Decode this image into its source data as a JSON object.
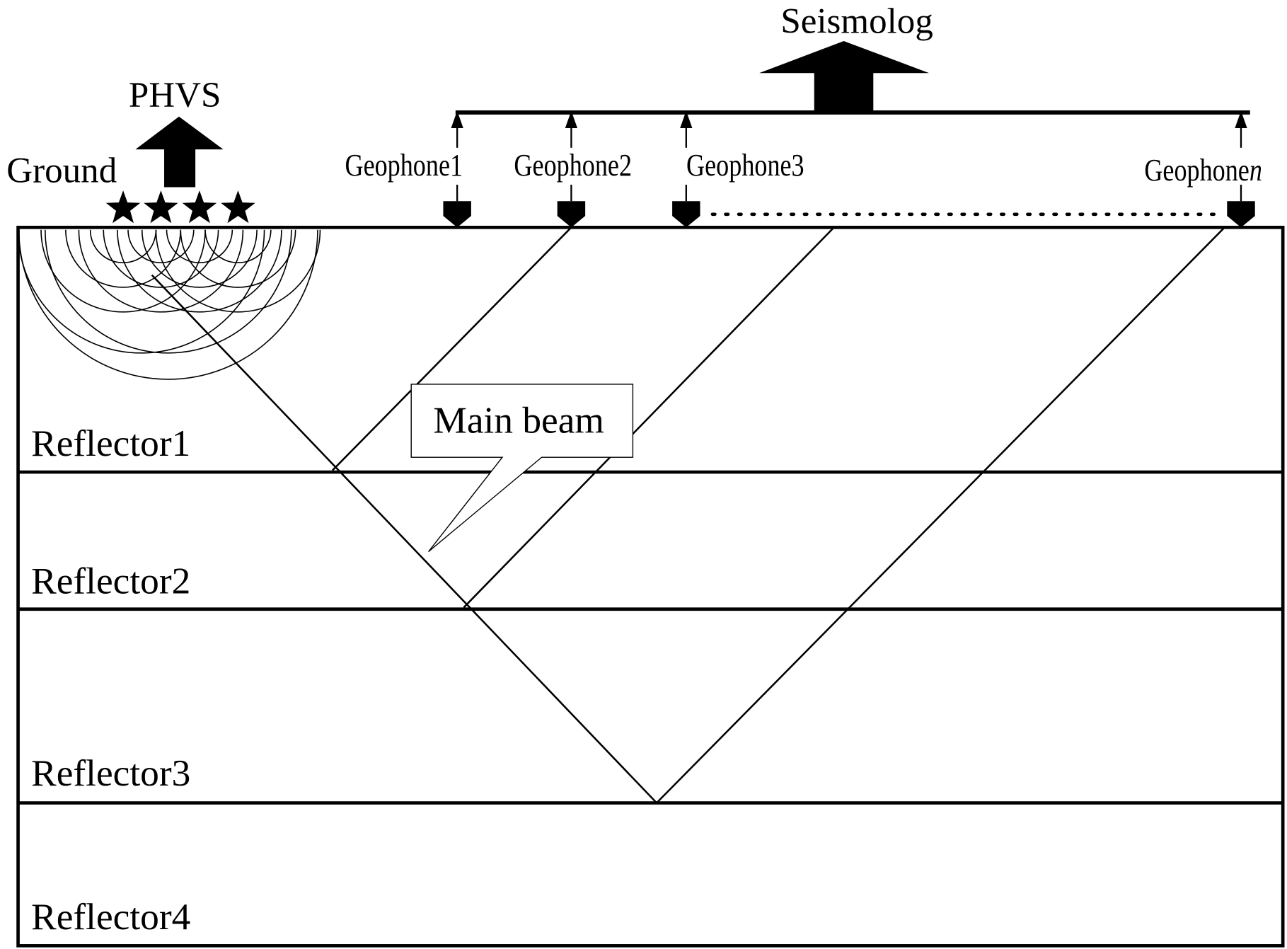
{
  "labels": {
    "seismolog": "Seismolog",
    "phvs": "PHVS",
    "ground": "Ground",
    "main_beam": "Main beam"
  },
  "geophones": [
    {
      "label": "Geophone1"
    },
    {
      "label": "Geophone2"
    },
    {
      "label": "Geophone3"
    },
    {
      "label_prefix": "Geophone",
      "label_suffix": "n"
    }
  ],
  "reflectors": [
    {
      "label": "Reflector1"
    },
    {
      "label": "Reflector2"
    },
    {
      "label": "Reflector3"
    },
    {
      "label": "Reflector4"
    }
  ],
  "colors": {
    "ink": "#000000",
    "background": "#ffffff"
  }
}
